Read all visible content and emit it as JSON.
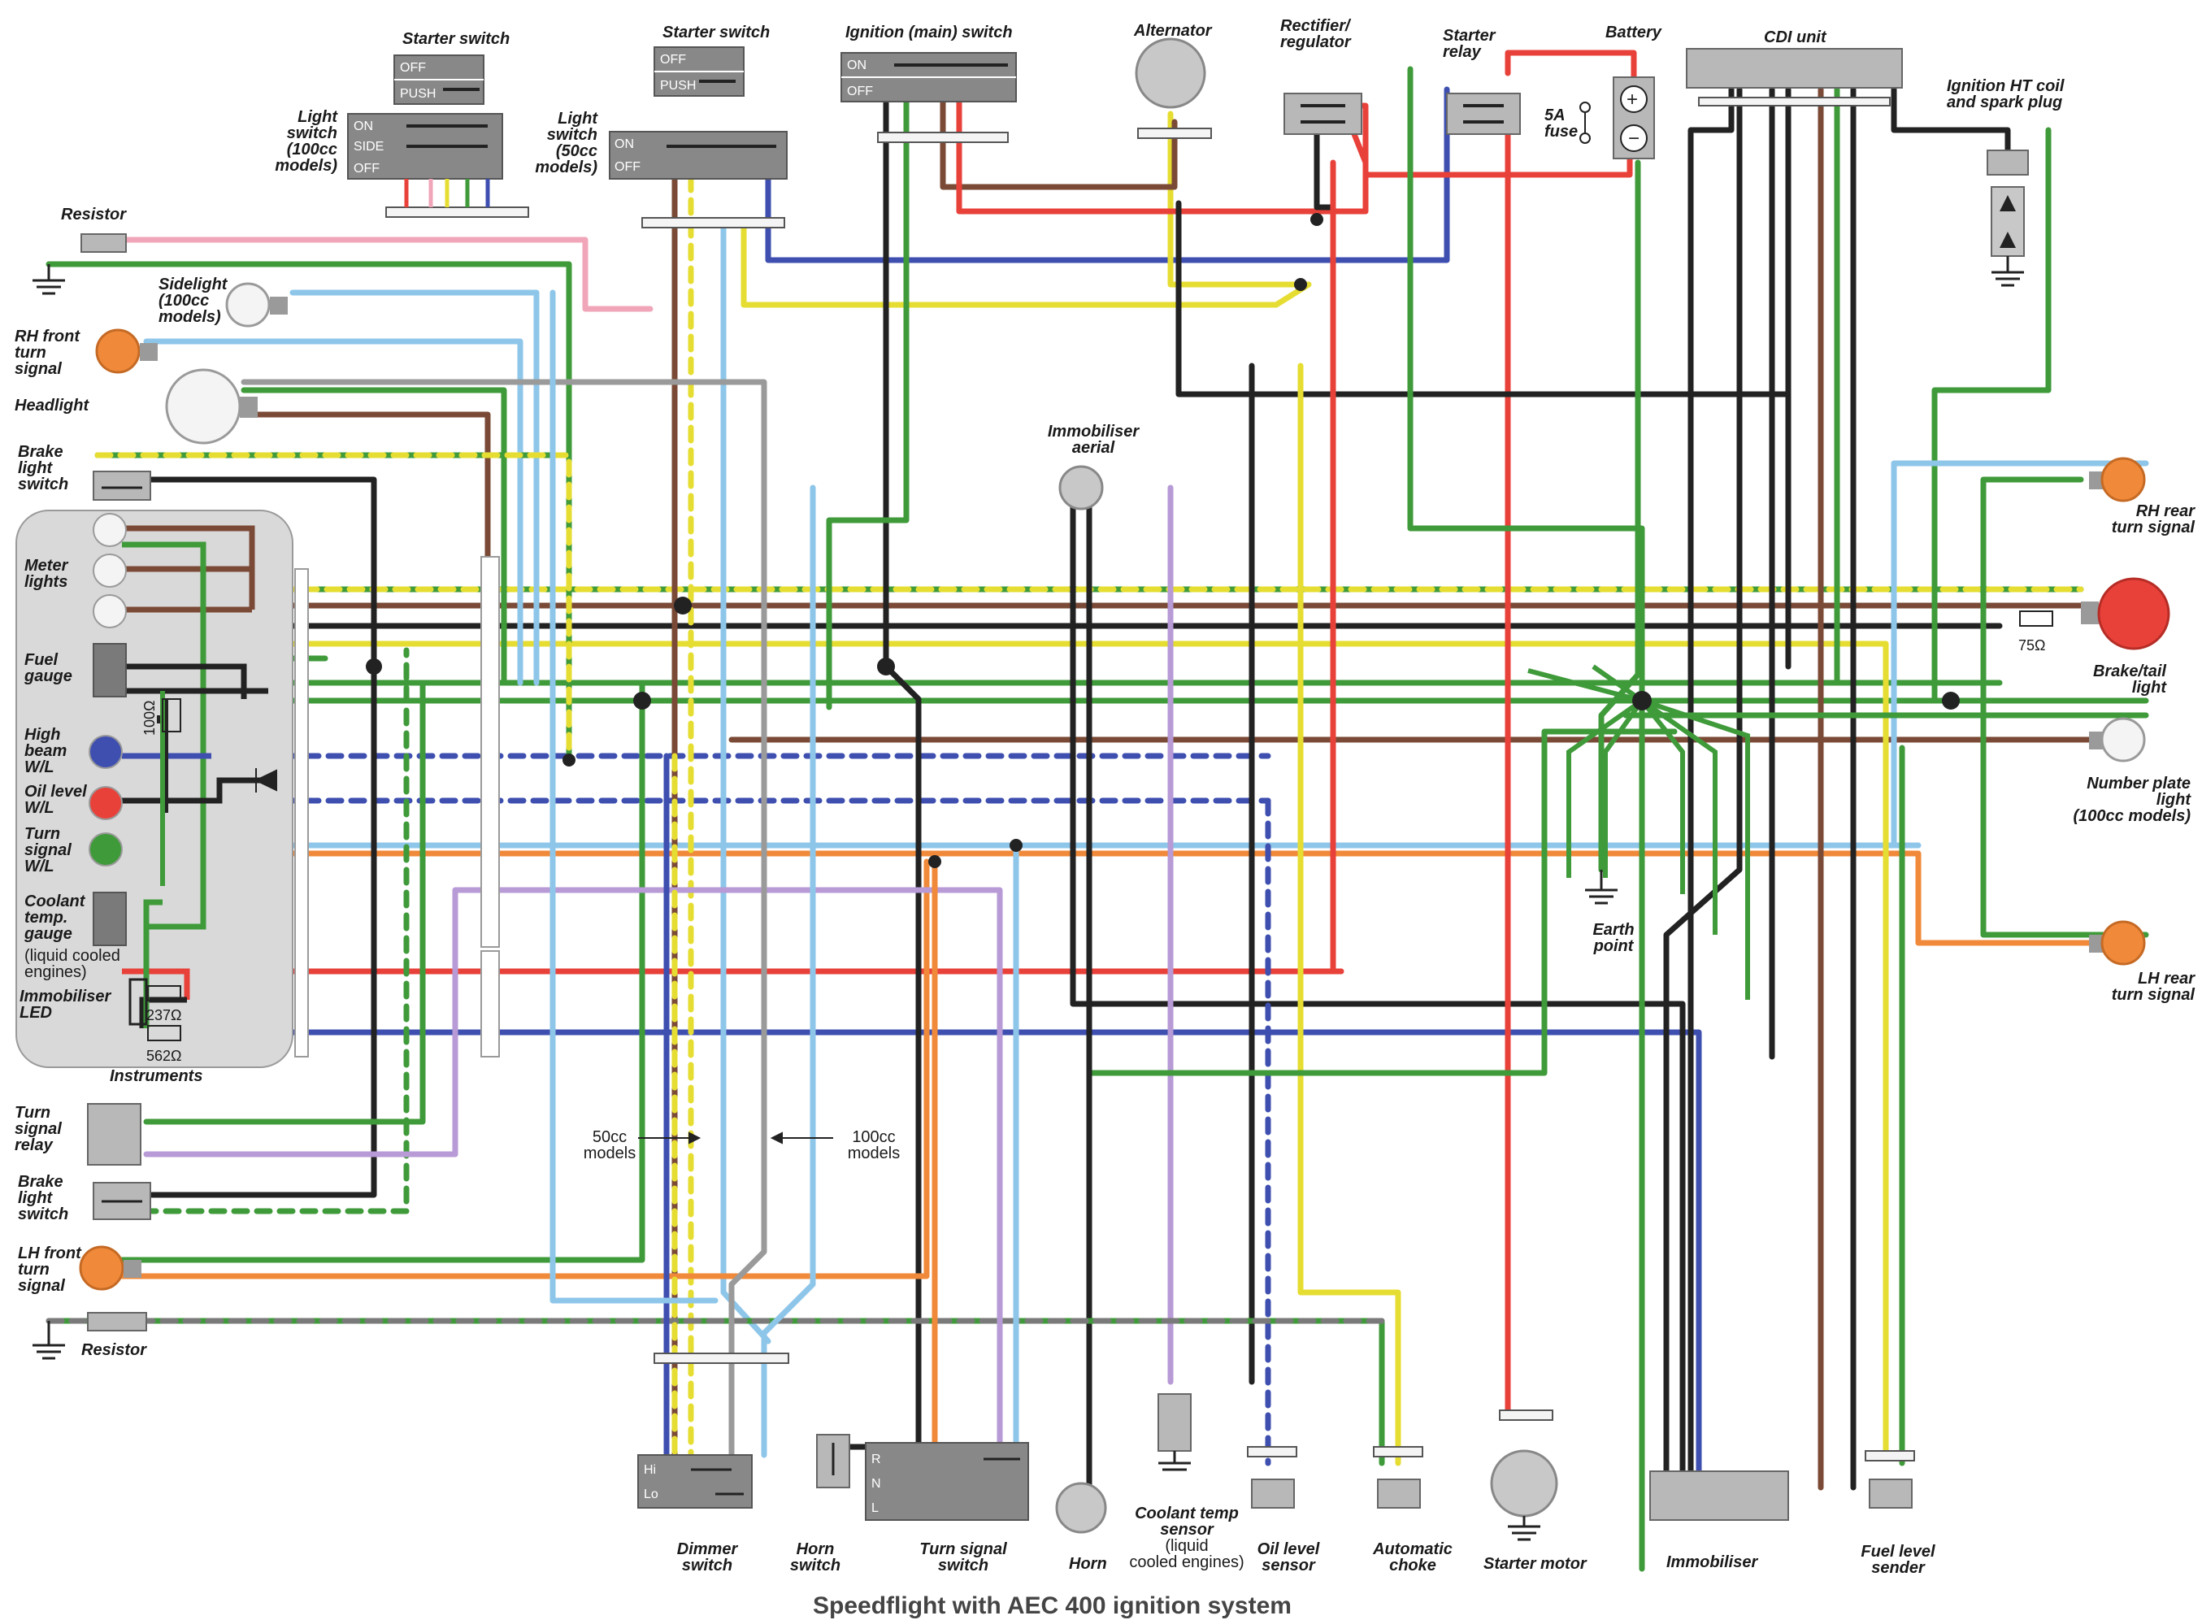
{
  "title": "Speedflight with AEC 400 ignition system",
  "colors": {
    "red": "#e8413a",
    "brown": "#7a4a36",
    "green": "#3f9a3a",
    "blue": "#3e4fb0",
    "light_blue": "#8ec6ea",
    "black": "#222222",
    "yellow": "#e6dd32",
    "orange": "#f08a3a",
    "purple": "#b79ad6",
    "pink": "#f0a6b8",
    "white": "#f4f4f4",
    "grey": "#9a9a9a",
    "panel": "#d9d9d9"
  },
  "switch_labels": {
    "off": "OFF",
    "push": "PUSH",
    "on": "ON",
    "side": "SIDE",
    "hi": "Hi",
    "lo": "Lo",
    "r": "R",
    "n": "N",
    "l": "L"
  },
  "components": {
    "starter_switch_100": "Starter switch",
    "starter_switch_50": "Starter switch",
    "ignition_switch": "Ignition (main) switch",
    "alternator": "Alternator",
    "rectifier": "Rectifier/\nregulator",
    "starter_relay": "Starter\nrelay",
    "battery": "Battery",
    "fuse": "5A\nfuse",
    "cdi": "CDI unit",
    "ht_coil": "Ignition HT coil\nand spark plug",
    "light_switch_100": "Light\nswitch\n(100cc\nmodels)",
    "light_switch_50": "Light\nswitch\n(50cc\nmodels)",
    "resistor_top": "Resistor",
    "sidelight": "Sidelight\n(100cc\nmodels)",
    "rh_front_turn": "RH front\nturn\nsignal",
    "headlight": "Headlight",
    "brake_switch_top": "Brake\nlight\nswitch",
    "meter_lights": "Meter\nlights",
    "fuel_gauge": "Fuel\ngauge",
    "high_beam": "High\nbeam\nW/L",
    "oil_level_wl": "Oil level\nW/L",
    "turn_signal_wl": "Turn\nsignal\nW/L",
    "coolant_gauge": "Coolant\ntemp.\ngauge",
    "liquid_cooled": "(liquid cooled\nengines)",
    "immobiliser_led": "Immobiliser\nLED",
    "instruments": "Instruments",
    "turn_relay": "Turn\nsignal\nrelay",
    "brake_switch_bottom": "Brake\nlight\nswitch",
    "lh_front_turn": "LH front\nturn\nsignal",
    "resistor_bottom": "Resistor",
    "immobiliser_aerial": "Immobiliser\naerial",
    "rh_rear_turn": "RH rear\nturn signal",
    "brake_tail": "Brake/tail\nlight",
    "number_plate": "Number plate\nlight\n(100cc models)",
    "lh_rear_turn": "LH rear\nturn signal",
    "earth_point": "Earth\npoint",
    "dimmer_switch": "Dimmer\nswitch",
    "horn_switch": "Horn\nswitch",
    "turn_switch": "Turn signal\nswitch",
    "horn": "Horn",
    "coolant_sensor": "Coolant temp\nsensor\n(liquid\ncooled engines)",
    "oil_sensor": "Oil level\nsensor",
    "auto_choke": "Automatic\nchoke",
    "starter_motor": "Starter motor",
    "immobiliser": "Immobiliser",
    "fuel_sender": "Fuel level\nsender",
    "models_50": "50cc\nmodels",
    "models_100": "100cc\nmodels"
  },
  "resistor_values": {
    "r_100": "100Ω",
    "r_75": "75Ω",
    "r_237": "237Ω",
    "r_562": "562Ω"
  }
}
